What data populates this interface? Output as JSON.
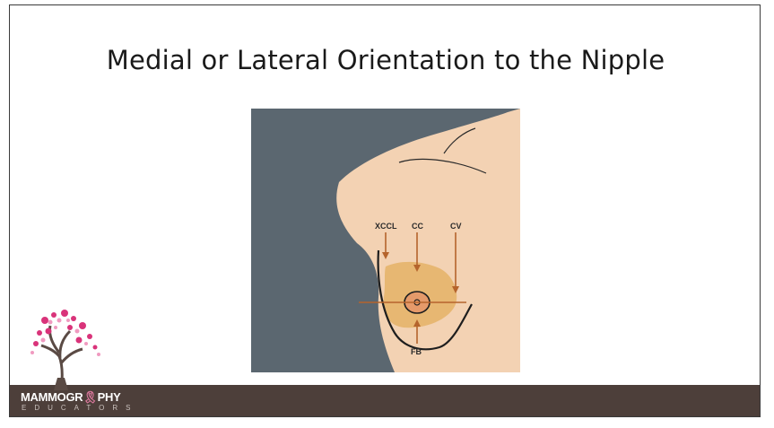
{
  "slide": {
    "title": "Medial or Lateral Orientation to the Nipple"
  },
  "diagram": {
    "labels": {
      "xccl": "XCCL",
      "cc": "CC",
      "cv": "CV",
      "fb": "FB"
    },
    "colors": {
      "background": "#5b6770",
      "skin": "#f3d2b3",
      "breast_tissue": "#e6b46a",
      "areola": "#e59a6a",
      "arrows": "#b5642c"
    }
  },
  "branding": {
    "name_part1": "MAMMOGR",
    "ribbon_glyph": "🎗",
    "name_part2": "PHY",
    "subtitle": "EDUCATORS"
  }
}
